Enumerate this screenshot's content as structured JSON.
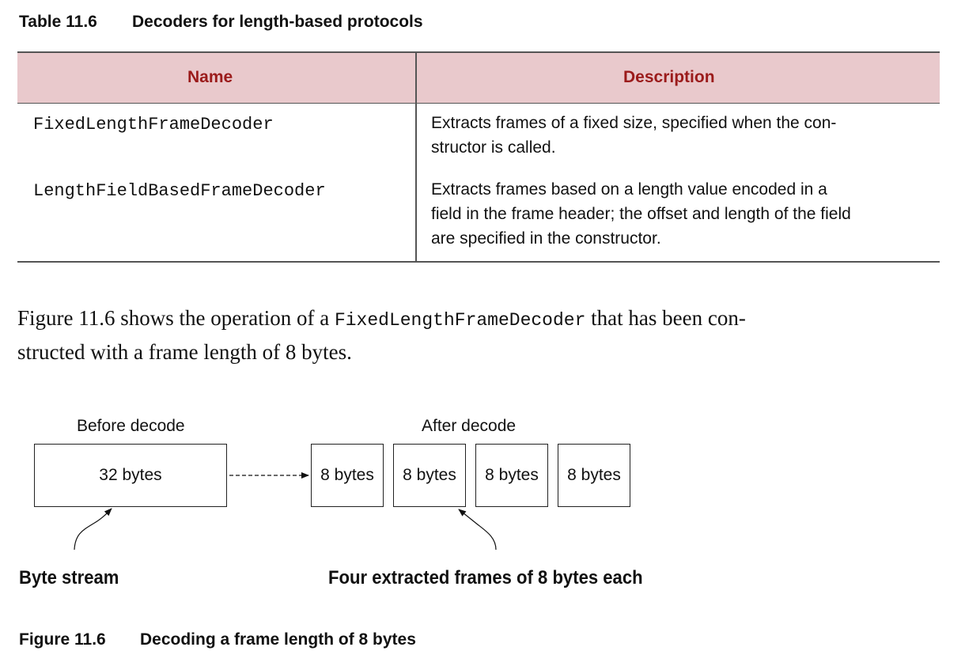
{
  "table": {
    "caption_number": "Table 11.6",
    "caption_title": "Decoders for length-based protocols",
    "headers": {
      "name": "Name",
      "description": "Description"
    },
    "rows": [
      {
        "name": "FixedLengthFrameDecoder",
        "description_lines": [
          "Extracts frames of a fixed size, specified when the con-",
          "structor is called."
        ]
      },
      {
        "name": "LengthFieldBasedFrameDecoder",
        "description_lines": [
          "Extracts frames based on a length value encoded in a",
          "field in the frame header; the offset and length of the field",
          "are specified in the constructor."
        ]
      }
    ]
  },
  "paragraph": {
    "line1_before": "Figure 11.6 shows the operation of a ",
    "line1_code": "FixedLengthFrameDecoder",
    "line1_after": " that has been con-",
    "line2": "structed with a frame length of 8 bytes."
  },
  "diagram": {
    "before_label": "Before decode",
    "after_label": "After decode",
    "input_box": "32 bytes",
    "frames": [
      "8 bytes",
      "8 bytes",
      "8 bytes",
      "8 bytes"
    ],
    "callout_left": "Byte stream",
    "callout_right": "Four extracted frames of 8 bytes each"
  },
  "figure": {
    "caption_number": "Figure 11.6",
    "caption_title": "Decoding a frame length of 8 bytes"
  }
}
